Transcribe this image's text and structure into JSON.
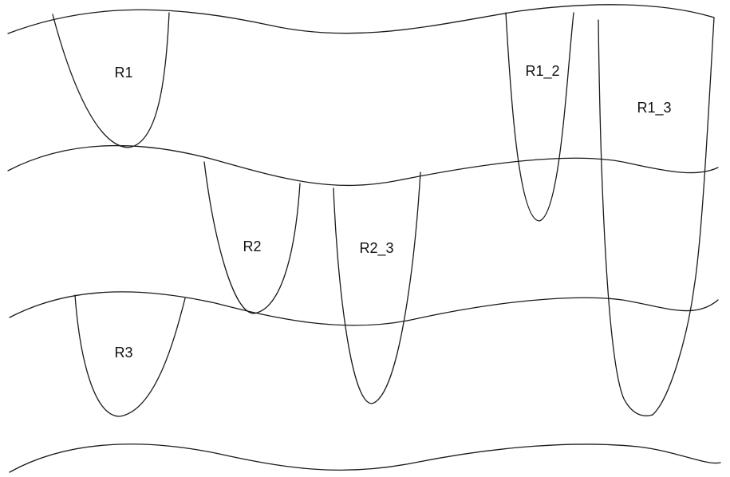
{
  "regions": [
    {
      "id": "R1",
      "label": "R1"
    },
    {
      "id": "R1_2",
      "label": "R1_2"
    },
    {
      "id": "R1_3",
      "label": "R1_3"
    },
    {
      "id": "R2",
      "label": "R2"
    },
    {
      "id": "R2_3",
      "label": "R2_3"
    },
    {
      "id": "R3",
      "label": "R3"
    }
  ],
  "layers": [
    {
      "id": "layer-1"
    },
    {
      "id": "layer-2"
    },
    {
      "id": "layer-3"
    },
    {
      "id": "layer-4"
    }
  ]
}
